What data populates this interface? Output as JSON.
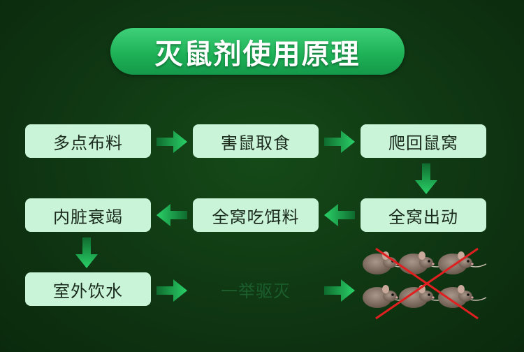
{
  "title": "灭鼠剂使用原理",
  "steps": [
    "多点布料",
    "害鼠取食",
    "爬回鼠窝",
    "全窝出动",
    "全窝吃饵料",
    "内脏衰竭",
    "室外饮水",
    "一举驱灭"
  ],
  "colors": {
    "background": "#0f3512",
    "box": "#c9f4d8",
    "arrow": "#1fc25c",
    "cross": "#e02020"
  },
  "icons": [
    "arrow-right-icon",
    "arrow-down-icon",
    "arrow-left-icon",
    "mice-crossed-icon"
  ]
}
